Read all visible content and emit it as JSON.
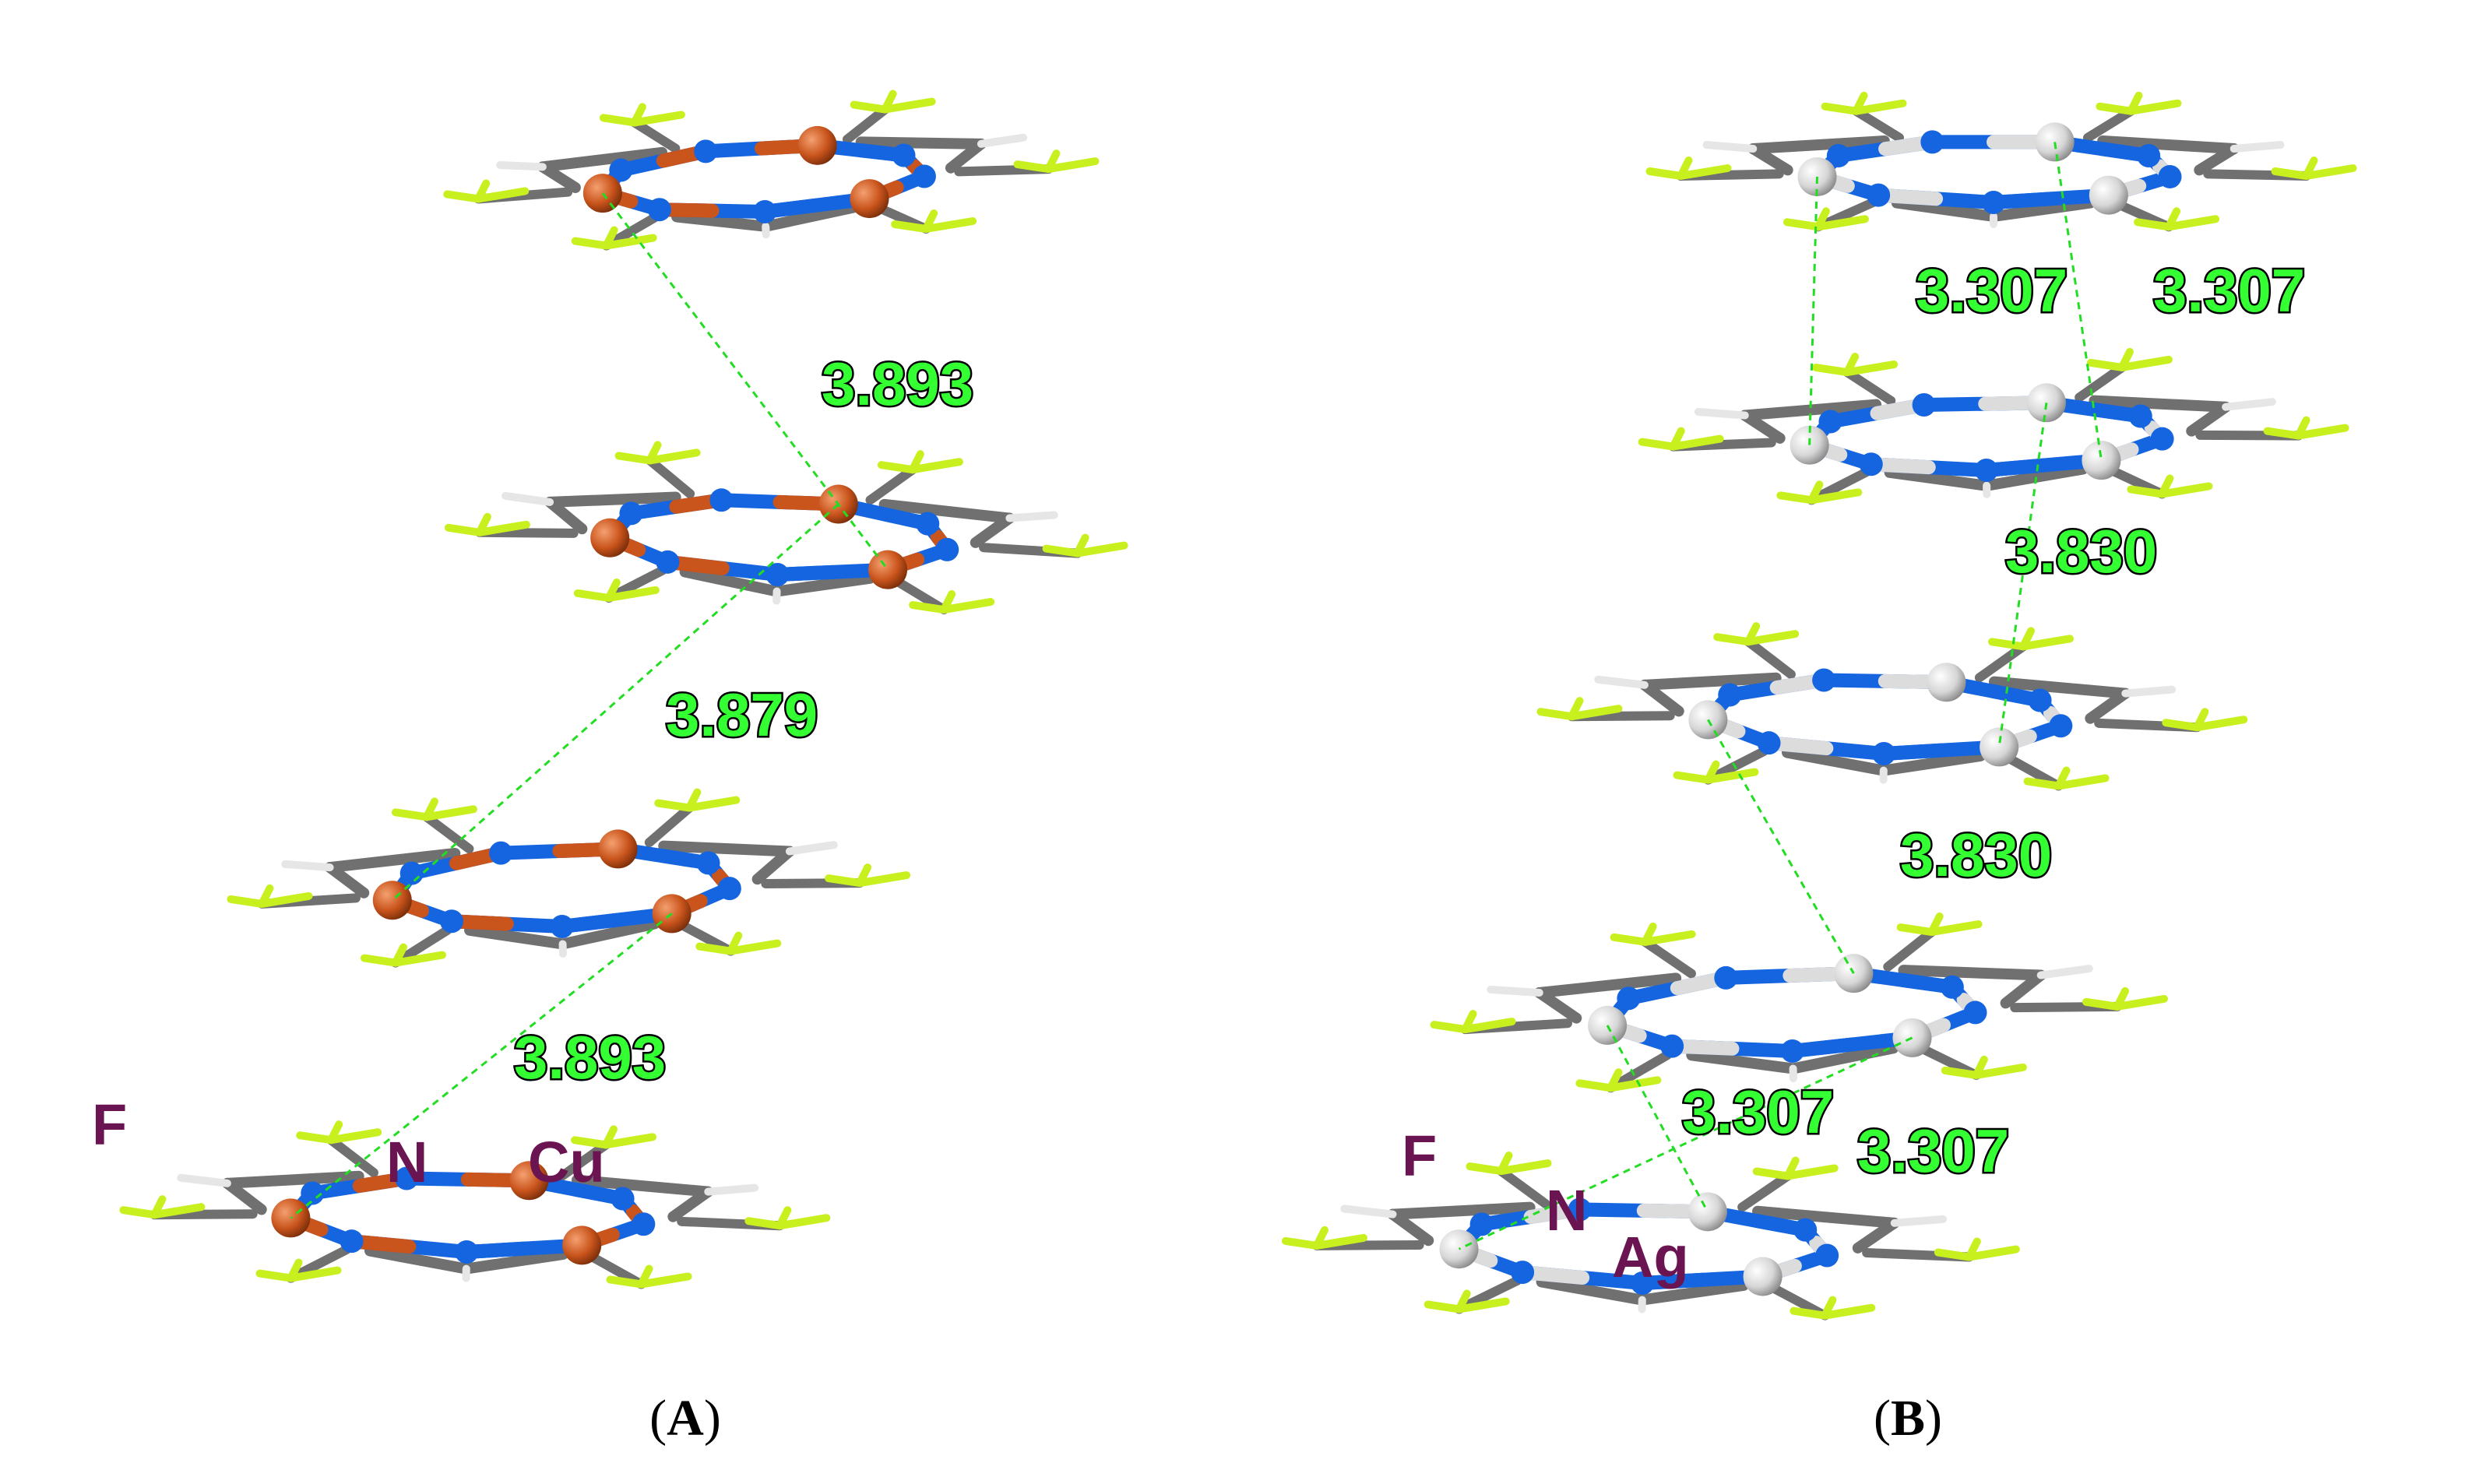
{
  "panels": [
    {
      "id": "A",
      "label_open": "(",
      "label_letter": "A",
      "label_close": ")",
      "metal_color": "#c9541c",
      "element_labels": {
        "f": "F",
        "n": "N",
        "metal": "Cu"
      },
      "distances": [
        "3.893",
        "3.879",
        "3.893"
      ]
    },
    {
      "id": "B",
      "label_open": "(",
      "label_letter": "B",
      "label_close": ")",
      "metal_color": "#d6d6d6",
      "element_labels": {
        "f": "F",
        "n": "N",
        "metal": "Ag"
      },
      "distances": [
        "3.307",
        "3.307",
        "3.830",
        "3.830",
        "3.307",
        "3.307"
      ]
    }
  ],
  "colors": {
    "carbon": "#707070",
    "nitrogen": "#1565e0",
    "fluorine": "#c8f01e",
    "hydrogen": "#e6e6e6",
    "contact_line": "#22dd22",
    "distance_text": "#33ff33",
    "element_label": "#6b1452"
  }
}
